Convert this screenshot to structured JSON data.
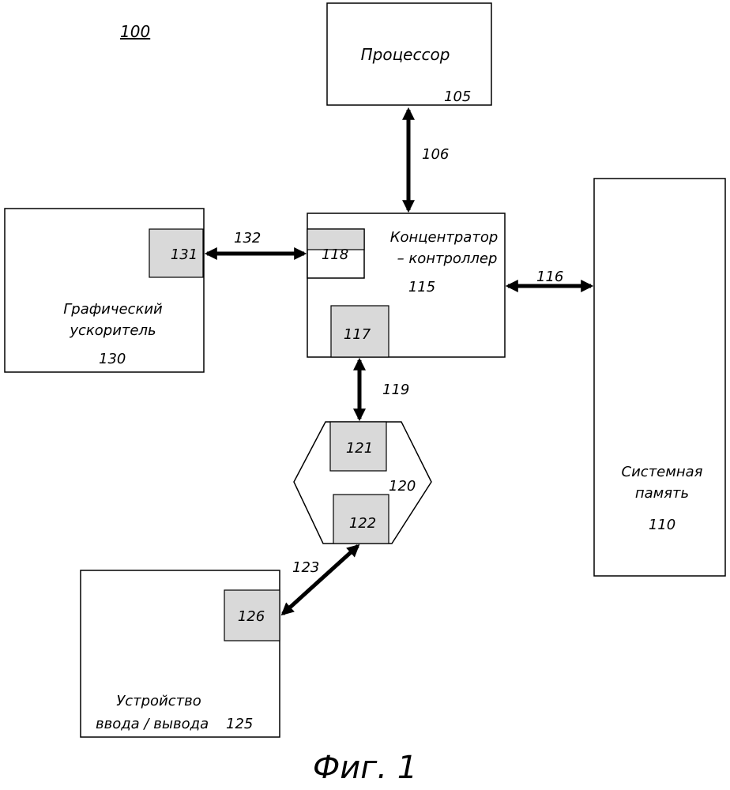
{
  "figure_ref": "100",
  "caption": "Фиг. 1",
  "processor": {
    "name": "Процессор",
    "ref": "105"
  },
  "hub_controller": {
    "line1": "Концентратор",
    "line2": "– контроллер",
    "ref": "115"
  },
  "system_memory": {
    "line1": "Системная",
    "line2": "память",
    "ref": "110"
  },
  "graphics_accelerator": {
    "line1": "Графический",
    "line2": "ускоритель",
    "ref": "130"
  },
  "io_device": {
    "line1": "Устройство",
    "line2": "ввода / вывода",
    "ref": "125"
  },
  "io_hub": {
    "ref": "120"
  },
  "ports": {
    "p117": "117",
    "p118": "118",
    "p121": "121",
    "p122": "122",
    "p126": "126",
    "p131": "131"
  },
  "links": {
    "l106": "106",
    "l116": "116",
    "l119": "119",
    "l123": "123",
    "l132": "132"
  }
}
